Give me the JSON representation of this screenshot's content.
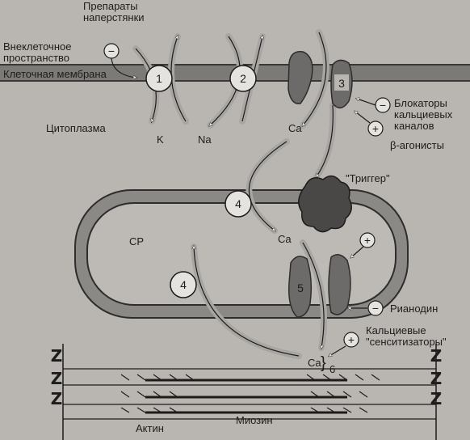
{
  "labels": {
    "drugs_thimble": "Препараты\nнаперстянки",
    "extracellular": "Внеклеточное\nпространство",
    "membrane": "Клеточная мембрана",
    "cytoplasm": "Цитоплазма",
    "k": "K",
    "na": "Na",
    "ca_top": "Ca",
    "trigger": "\"Триггер\"",
    "sr": "СР",
    "ca_sr": "Ca",
    "ca_bottom": "Ca",
    "bracket_6": "6",
    "calcium_blockers": "Блокаторы\nкальциевых\nканалов",
    "beta_agonists": "β-агонисты",
    "ryanodine": "Рианодин",
    "sensitizers": "Кальциевые\n\"сенситизаторы\"",
    "actin": "Актин",
    "myosin": "Миозин",
    "z": "Z"
  },
  "markers": {
    "n1": "1",
    "n2": "2",
    "n3": "3",
    "n4_upper": "4",
    "n4_lower": "4",
    "n5": "5",
    "minus": "−",
    "plus": "+"
  },
  "colors": {
    "background": "#b9b6b1",
    "membrane": "#7c7a77",
    "channel": "#6d6b69",
    "trigger": "#4a4846",
    "sr_tube": "#8b8986",
    "sr_inner": "#bdbab5",
    "arrow": "#a8a6a2",
    "ink": "#1d1c1b"
  }
}
